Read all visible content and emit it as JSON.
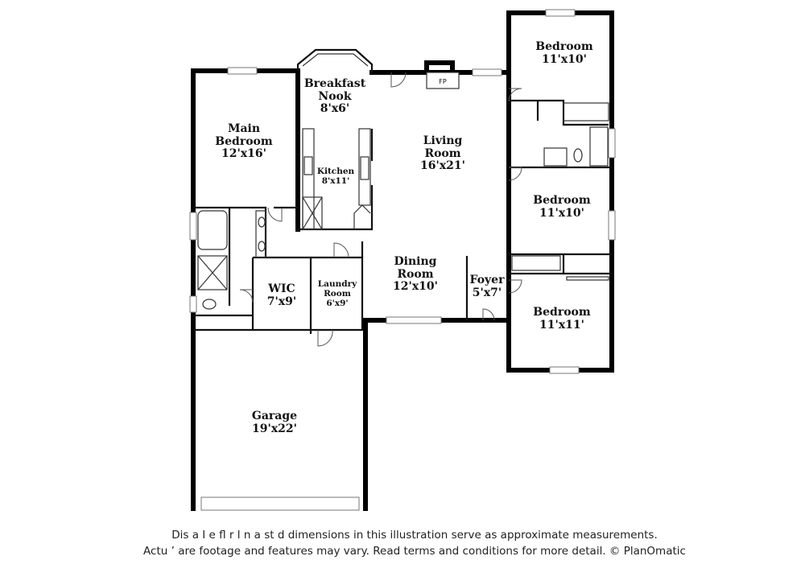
{
  "rooms": {
    "breakfast_nook": {
      "name": "Breakfast\nNook",
      "dims": "8'x6'"
    },
    "main_bedroom": {
      "name": "Main\nBedroom",
      "dims": "12'x16'"
    },
    "kitchen": {
      "name": "Kitchen",
      "dims": "8'x11'"
    },
    "living_room": {
      "name": "Living\nRoom",
      "dims": "16'x21'"
    },
    "bedroom_1": {
      "name": "Bedroom",
      "dims": "11'x10'"
    },
    "bedroom_2": {
      "name": "Bedroom",
      "dims": "11'x10'"
    },
    "bedroom_3": {
      "name": "Bedroom",
      "dims": "11'x11'"
    },
    "dining_room": {
      "name": "Dining\nRoom",
      "dims": "12'x10'"
    },
    "foyer": {
      "name": "Foyer",
      "dims": "5'x7'"
    },
    "wic": {
      "name": "WIC",
      "dims": "7'x9'"
    },
    "laundry_room": {
      "name": "Laundry\nRoom",
      "dims": "6'x9'"
    },
    "garage": {
      "name": "Garage",
      "dims": "19'x22'"
    }
  },
  "fixtures": {
    "fireplace": "FP"
  },
  "disclaimer": {
    "line1": "Dis  a       I   e fl   r  l  n a   st   d dimensions in this illustration serve as approximate measurements.",
    "line2": "Actu    ’  are footage and features may vary. Read terms and conditions for more detail. © PlanOmatic"
  }
}
